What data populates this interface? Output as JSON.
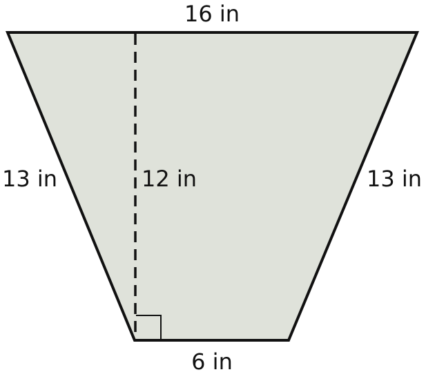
{
  "labels": {
    "top_base": "16 in",
    "bottom_base": "6 in",
    "left_leg": "13 in",
    "right_leg": "13 in",
    "height": "12 in"
  },
  "colors": {
    "fill": "#dfe2da",
    "stroke": "#111111"
  }
}
